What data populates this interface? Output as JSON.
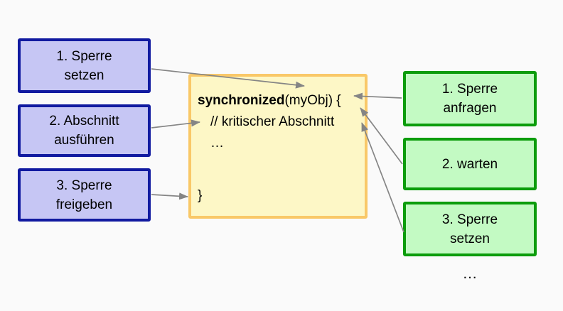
{
  "colors": {
    "background": "#fafafa",
    "purple_fill": "#c6c6f4",
    "purple_border": "#111aa0",
    "yellow_fill": "#fdf7c6",
    "yellow_border": "#f9c868",
    "green_fill": "#c3fac3",
    "green_border": "#0b9c0b",
    "arrow": "#858585",
    "text": "#000000"
  },
  "left_steps": [
    {
      "line1": "1. Sperre",
      "line2": "setzen"
    },
    {
      "line1": "2. Abschnitt",
      "line2": "ausführen"
    },
    {
      "line1": "3. Sperre",
      "line2": "freigeben"
    }
  ],
  "code_box": {
    "keyword": "synchronized",
    "signature_rest": "(myObj) {",
    "comment": "// kritischer Abschnitt",
    "ellipsis": "…",
    "closing_brace": "}"
  },
  "right_steps": [
    {
      "line1": "1. Sperre",
      "line2": "anfragen"
    },
    {
      "line1": "2. warten"
    },
    {
      "line1": "3. Sperre",
      "line2": "setzen"
    }
  ],
  "bottom_ellipsis": "…"
}
